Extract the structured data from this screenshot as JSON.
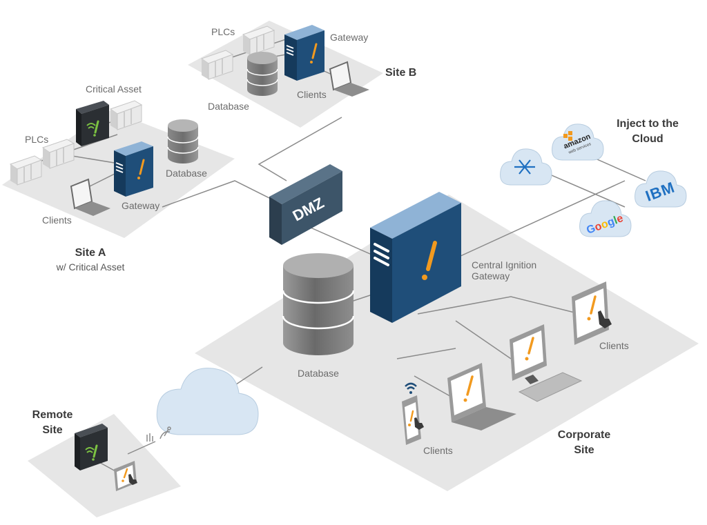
{
  "sites": {
    "site_a": {
      "title": "Site A",
      "subtitle": "w/ Critical Asset"
    },
    "site_b": {
      "title": "Site B"
    },
    "remote": {
      "title_line1": "Remote",
      "title_line2": "Site"
    },
    "corporate": {
      "title_line1": "Corporate",
      "title_line2": "Site"
    },
    "cloud": {
      "title_line1": "Inject to the",
      "title_line2": "Cloud"
    }
  },
  "labels": {
    "critical_asset": "Critical Asset",
    "plcs": "PLCs",
    "database": "Database",
    "gateway": "Gateway",
    "clients": "Clients",
    "dmz": "DMZ",
    "central_gateway_line1": "Central Ignition",
    "central_gateway_line2": "Gateway"
  },
  "cloud_providers": {
    "amazon": "amazon",
    "amazon_sub": "web services",
    "ibm": "IBM",
    "google": [
      "G",
      "o",
      "o",
      "g",
      "l",
      "e"
    ]
  },
  "colors": {
    "platform": "#e6e6e6",
    "line": "#8a8a8a",
    "server_blue": "#1f4e79",
    "server_light": "#8fb3d6",
    "accent_orange": "#f29a1f",
    "dmz": "#3d5569",
    "cloud": "#d8e6f3",
    "db_gray": "#7a7a7a",
    "asset_dark": "#2b2f33",
    "wifi_green": "#7cc242",
    "ibm_blue": "#1f70c1",
    "google_colors": [
      "#4285F4",
      "#EA4335",
      "#FBBC05",
      "#4285F4",
      "#34A853",
      "#EA4335"
    ]
  }
}
